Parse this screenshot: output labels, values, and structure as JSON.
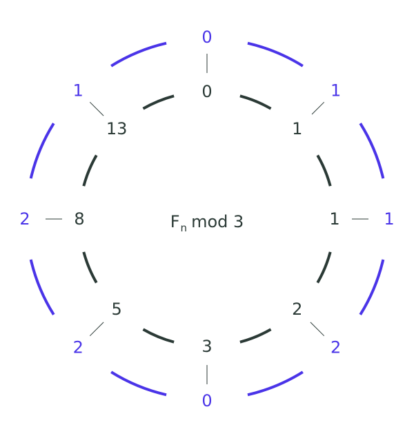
{
  "title": {
    "base": "F",
    "subscript": "n",
    "rest": "mod 3"
  },
  "colors": {
    "inner": "#2b3a36",
    "outer": "#4a34e8",
    "connector": "#2b3a36"
  },
  "inner_values": [
    "0",
    "1",
    "1",
    "2",
    "3",
    "5",
    "8",
    "13"
  ],
  "outer_values": [
    "0",
    "1",
    "1",
    "2",
    "0",
    "2",
    "2",
    "1"
  ]
}
